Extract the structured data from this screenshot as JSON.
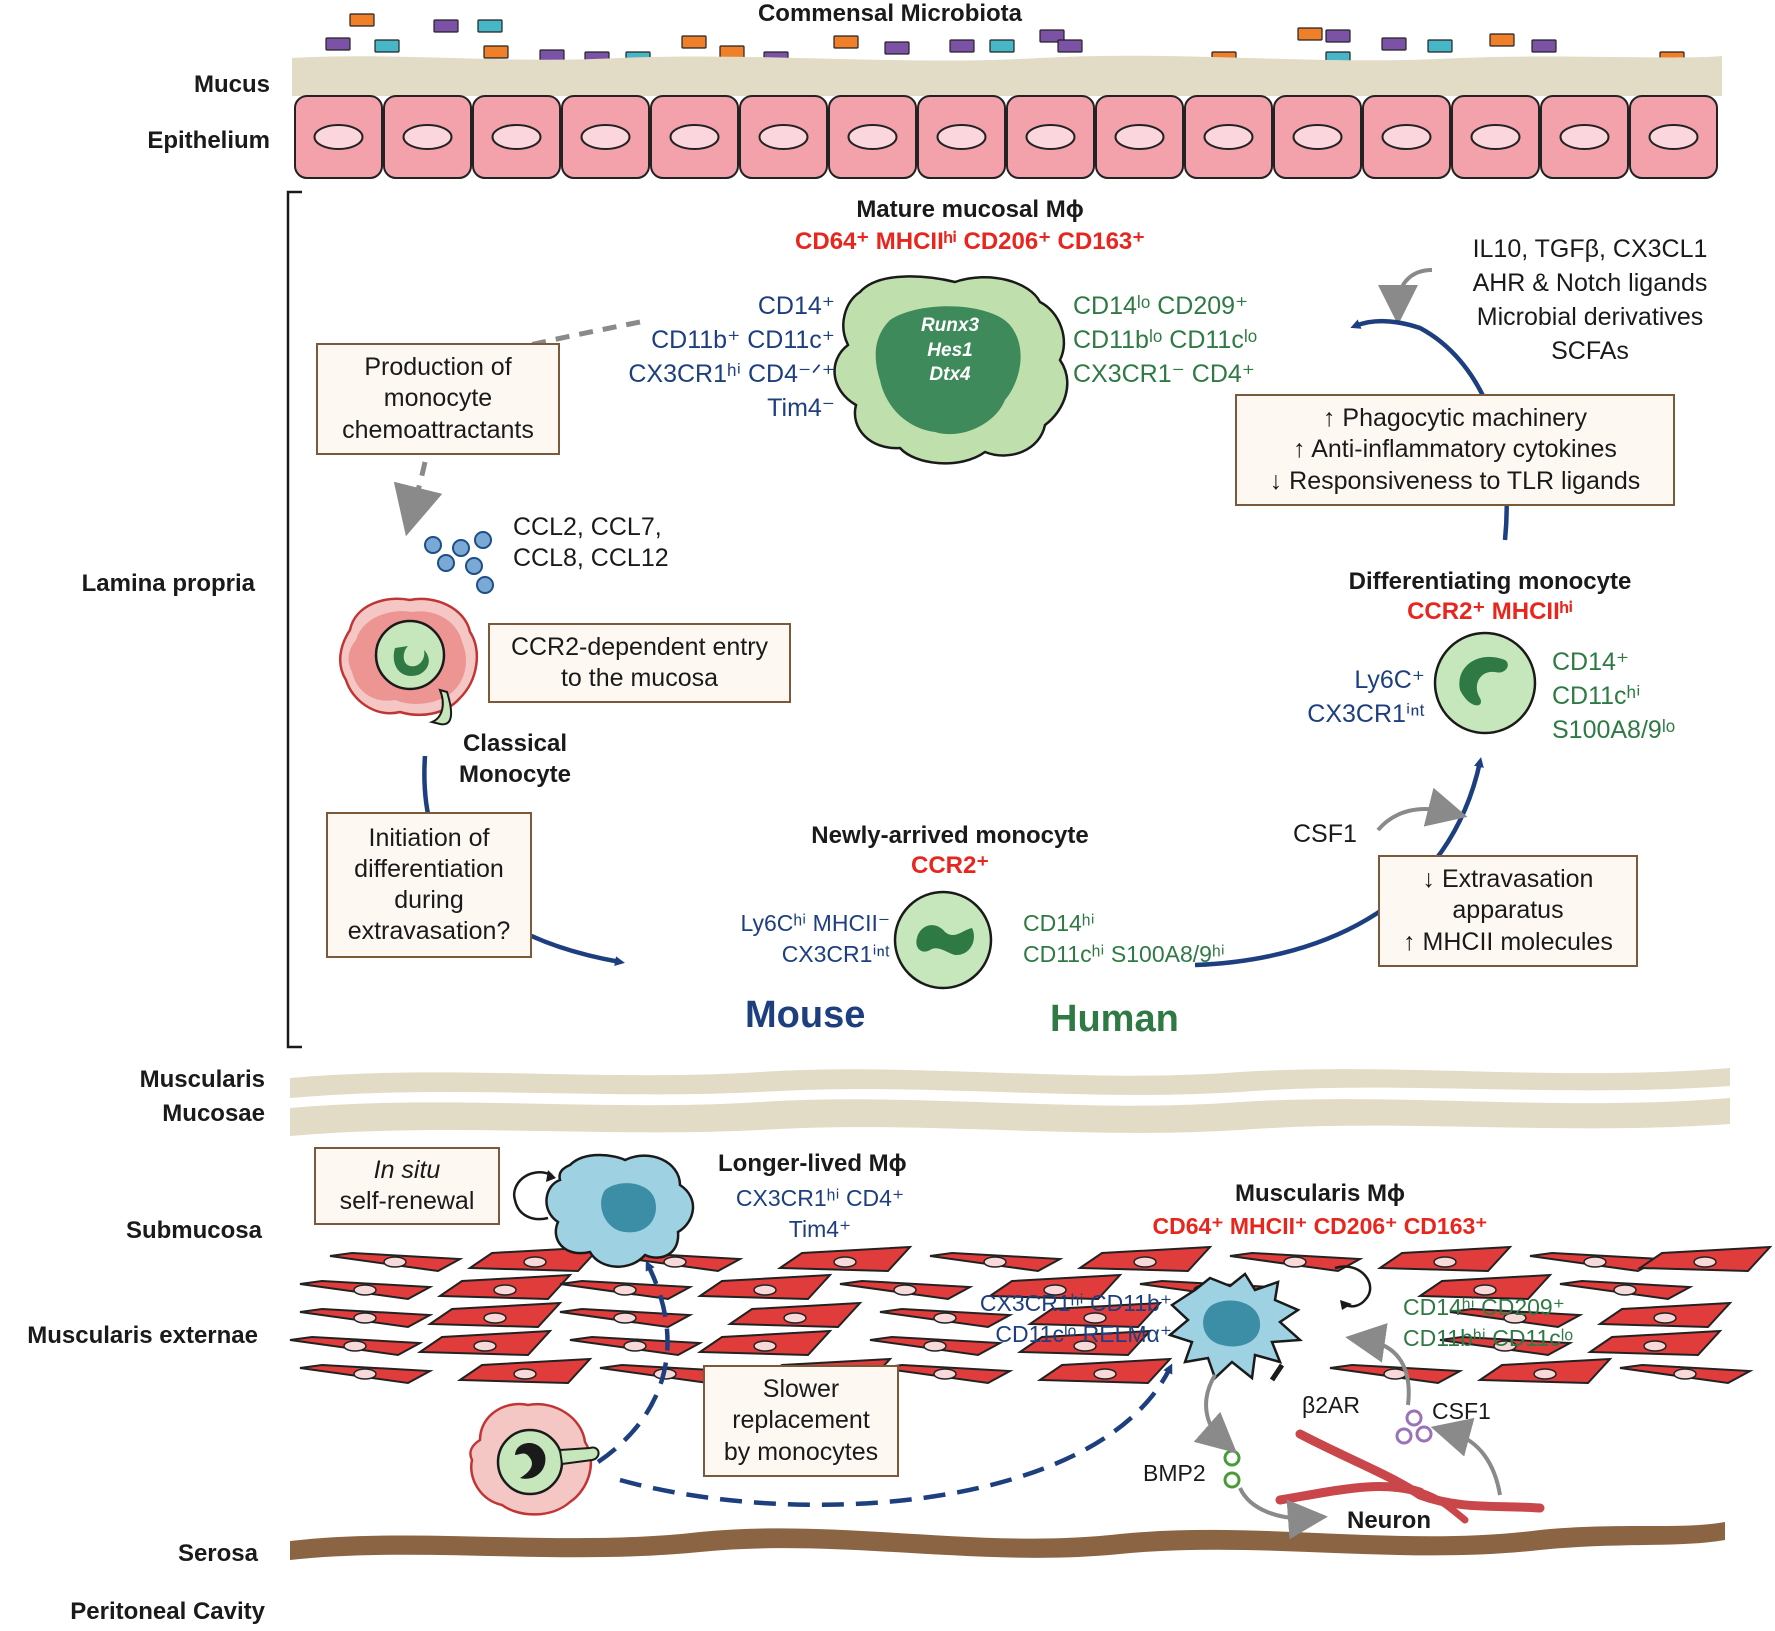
{
  "layers": {
    "commensal": "Commensal Microbiota",
    "mucus": "Mucus",
    "epithelium": "Epithelium",
    "lamina_propria": "Lamina propria",
    "muscularis_mucosae_1": "Muscularis",
    "muscularis_mucosae_2": "Mucosae",
    "submucosa": "Submucosa",
    "muscularis_externae": "Muscularis externae",
    "serosa": "Serosa",
    "peritoneal": "Peritoneal Cavity"
  },
  "mature": {
    "title": "Mature mucosal Mϕ",
    "markers_red": "CD64⁺ MHCIIʰⁱ CD206⁺ CD163⁺",
    "mouse": [
      "CD14⁺",
      "CD11b⁺ CD11c⁺",
      "CX3CR1ʰⁱ CD4⁻ᐟ⁺",
      "Tim4⁻"
    ],
    "human": [
      "CD14ˡᵒ CD209⁺",
      "CD11bˡᵒ CD11cˡᵒ",
      "CX3CR1⁻ CD4⁺"
    ],
    "genes": [
      "Runx3",
      "Hes1",
      "Dtx4"
    ]
  },
  "signals": [
    "IL10, TGFβ, CX3CL1",
    "AHR & Notch ligands",
    "Microbial derivatives",
    "SCFAs"
  ],
  "box_phago": [
    "↑ Phagocytic machinery",
    "↑ Anti-inflammatory cytokines",
    "↓ Responsiveness to TLR ligands"
  ],
  "box_production": [
    "Production of",
    "monocyte",
    "chemoattractants"
  ],
  "chemokines": [
    "CCL2, CCL7,",
    "CCL8, CCL12"
  ],
  "box_ccr2": [
    "CCR2-dependent entry",
    "to the mucosa"
  ],
  "classical": [
    "Classical",
    "Monocyte"
  ],
  "box_initiation": [
    "Initiation of",
    "differentiation",
    "during",
    "extravasation?"
  ],
  "differentiating": {
    "title": "Differentiating monocyte",
    "markers_red": "CCR2⁺ MHCIIʰⁱ",
    "mouse": [
      "Ly6C⁺",
      "CX3CR1ⁱⁿᵗ"
    ],
    "human": [
      "CD14⁺",
      "CD11cʰⁱ",
      "S100A8/9ˡᵒ"
    ]
  },
  "csf1_top": "CSF1",
  "box_extravasation": [
    "↓ Extravasation",
    "apparatus",
    "↑ MHCII molecules"
  ],
  "newly": {
    "title": "Newly-arrived monocyte",
    "markers_red": "CCR2⁺",
    "mouse": [
      "Ly6Cʰⁱ MHCII⁻",
      "CX3CR1ⁱⁿᵗ"
    ],
    "human": [
      "CD14ʰⁱ",
      "CD11cʰⁱ S100A8/9ʰⁱ"
    ]
  },
  "legend_mouse": "Mouse",
  "legend_human": "Human",
  "box_insitu": [
    "In situ",
    "self-renewal"
  ],
  "longer": {
    "title": "Longer-lived Mϕ",
    "markers": [
      "CX3CR1ʰⁱ CD4⁺",
      "Tim4⁺"
    ]
  },
  "muscularis_mph": {
    "title": "Muscularis Mϕ",
    "markers_red": "CD64⁺ MHCII⁺ CD206⁺ CD163⁺",
    "mouse": [
      "CX3CR1ʰⁱ CD11b⁺",
      "CD11cˡᵒ RELMα⁺"
    ],
    "human": [
      "CD14ʰⁱ CD209⁺",
      "CD11bʰⁱ CD11cˡᵒ"
    ]
  },
  "box_slower": [
    "Slower",
    "replacement",
    "by monocytes"
  ],
  "b2ar": "β2AR",
  "csf1_bottom": "CSF1",
  "bmp2": "BMP2",
  "neuron": "Neuron",
  "colors": {
    "mouse": "#1d3f7f",
    "human": "#2f7a44",
    "marker": "#e8261e",
    "epithelium": "#f3a1ab",
    "mucus": "#e2dcc6",
    "muscle": "#e03c3c",
    "serosa": "#8b6543",
    "mature_cell": "#bfe0ad",
    "resident_cell": "#9ed2e3"
  }
}
